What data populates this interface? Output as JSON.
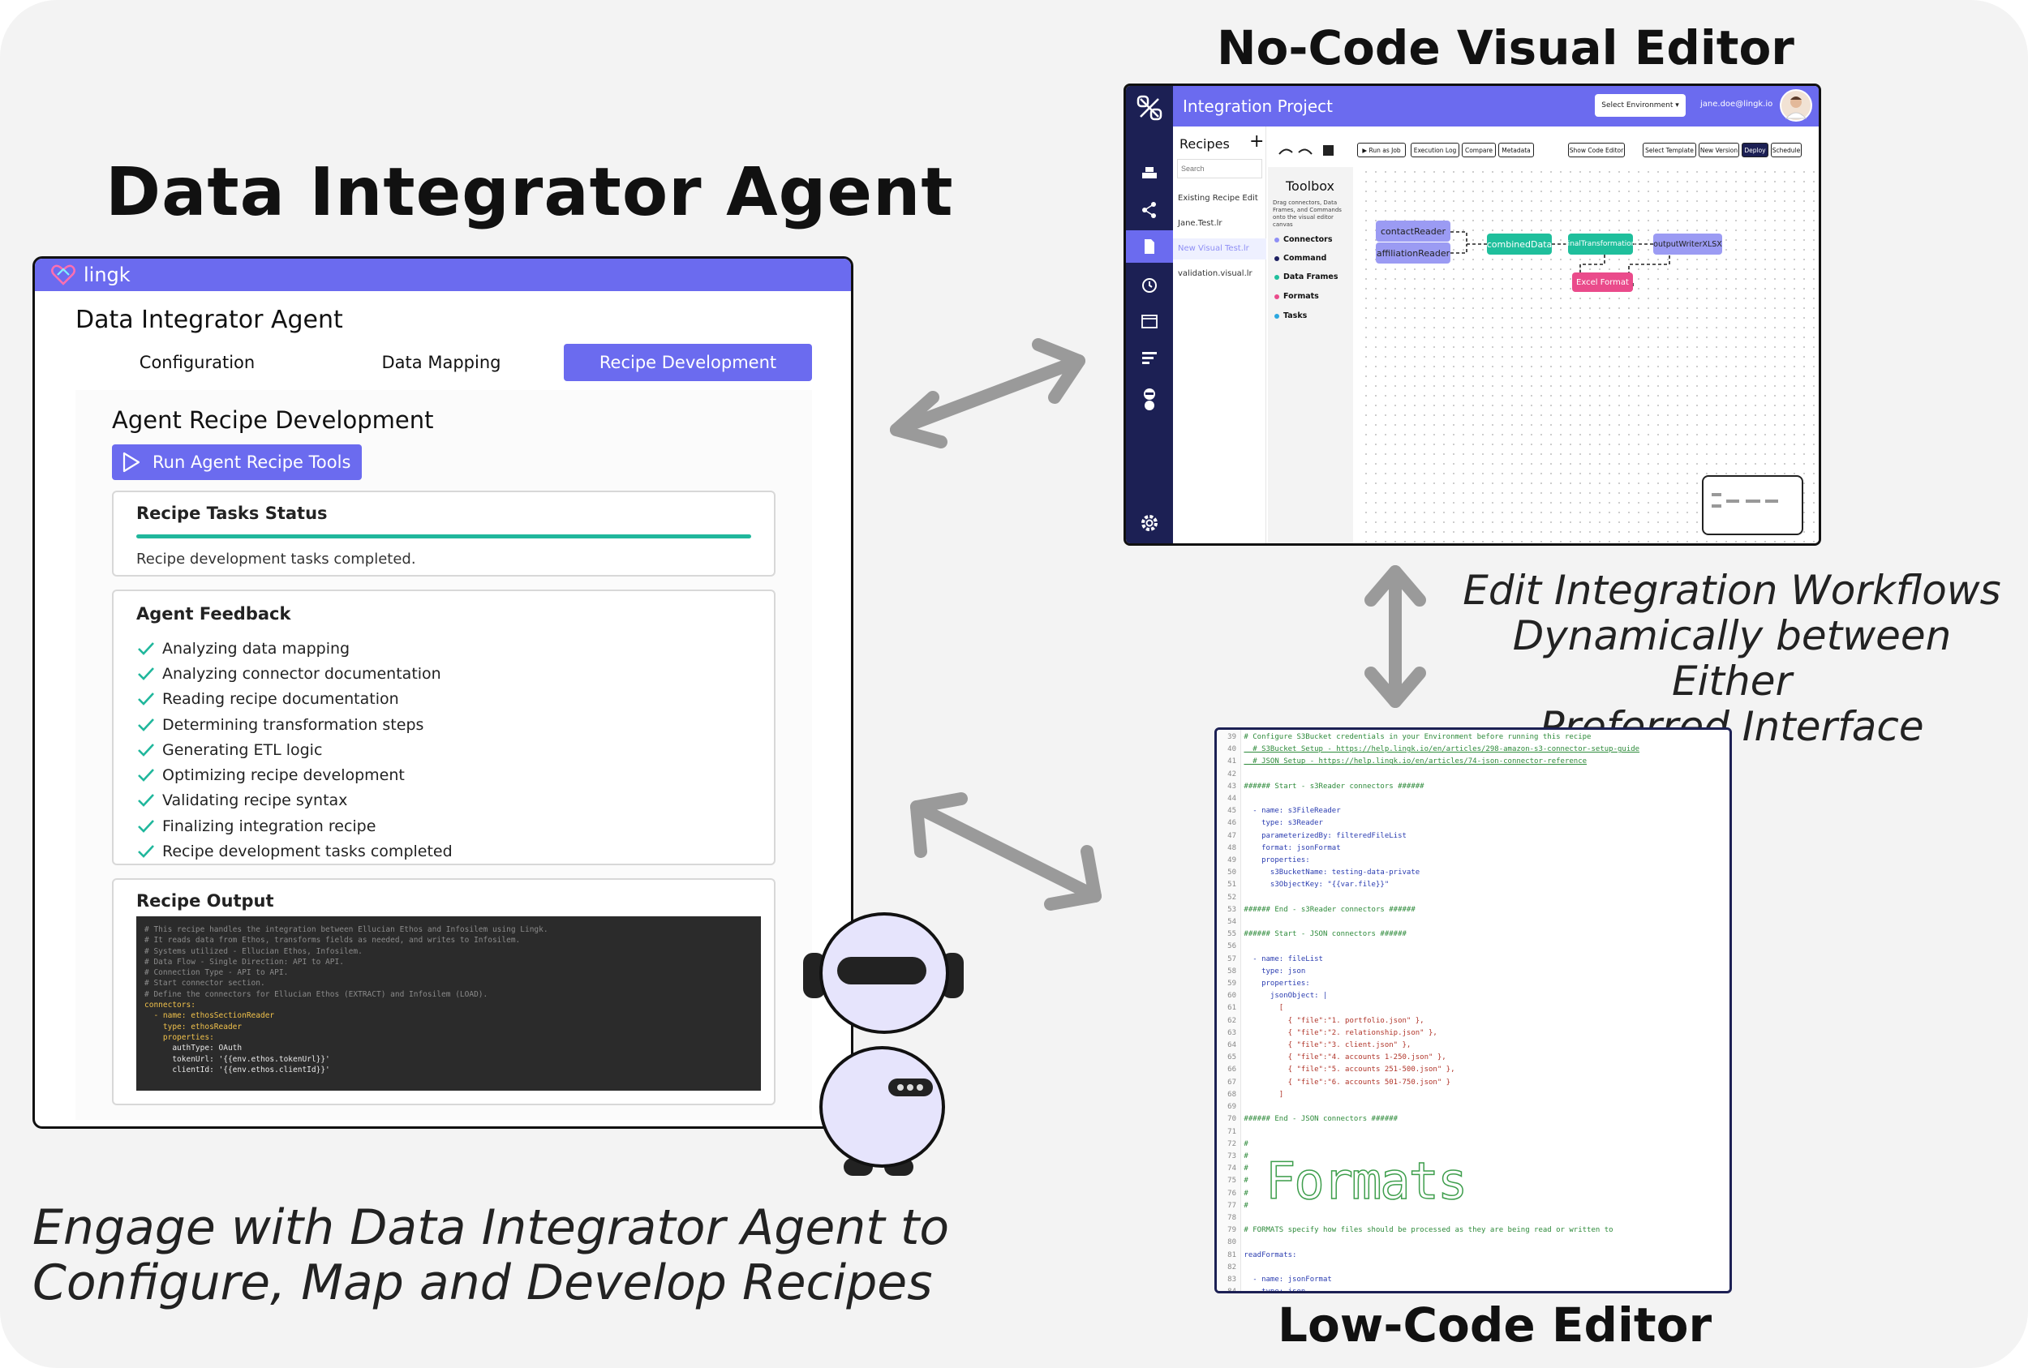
{
  "headings": {
    "data_integrator": "Data Integrator Agent",
    "no_code": "No-Code Visual Editor",
    "low_code": "Low-Code Editor",
    "caption_right_1": "Edit Integration Workflows",
    "caption_right_2": "Dynamically between Either",
    "caption_right_3": "Preferred Interface",
    "caption_left_1": "Engage with Data Integrator Agent to",
    "caption_left_2": "Configure, Map and Develop Recipes"
  },
  "agent": {
    "brand": "lingk",
    "title": "Data Integrator Agent",
    "tabs": [
      "Configuration",
      "Data Mapping",
      "Recipe Development"
    ],
    "active_tab": "Recipe Development",
    "panel_title": "Agent Recipe Development",
    "run_button": "Run Agent Recipe Tools",
    "status": {
      "title": "Recipe Tasks Status",
      "progress": 1.0,
      "message": "Recipe development tasks completed."
    },
    "feedback": {
      "title": "Agent Feedback",
      "items": [
        "Analyzing data mapping",
        "Analyzing connector documentation",
        "Reading recipe documentation",
        "Determining transformation steps",
        "Generating ETL logic",
        "Optimizing recipe development",
        "Validating recipe syntax",
        "Finalizing integration recipe",
        "Recipe development tasks completed"
      ]
    },
    "output": {
      "title": "Recipe Output",
      "lines": [
        "# This recipe handles the integration between Ellucian Ethos and Infosilem using Lingk.",
        "# It reads data from Ethos, transforms fields as needed, and writes to Infosilem.",
        "# Systems utilized - Ellucian Ethos, Infosilem.",
        "# Data Flow - Single Direction: API to API.",
        "# Connection Type - API to API.",
        "# Start connector section.",
        "",
        "# Define the connectors for Ellucian Ethos (EXTRACT) and Infosilem (LOAD).",
        "connectors:",
        "  - name: ethosSectionReader",
        "    type: ethosReader",
        "    properties:",
        "      authType: OAuth",
        "      tokenUrl: '{{env.ethos.tokenUrl}}'",
        "      clientId: '{{env.ethos.clientId}}'"
      ]
    }
  },
  "nocode": {
    "project_title": "Integration Project",
    "env_select": "Select Environment",
    "user_email": "jane.doe@lingk.io",
    "recipes_label": "Recipes",
    "search_placeholder": "Search",
    "recipe_list": [
      "Existing Recipe Edit",
      "Jane.Test.lr",
      "New Visual Test.lr",
      "validation.visual.lr"
    ],
    "toolbox": {
      "title": "Toolbox",
      "description": "Drag connectors, Data Frames, and Commands onto the visual editor canvas",
      "items": [
        {
          "label": "Connectors",
          "color": "#8f8ff5"
        },
        {
          "label": "Command",
          "color": "#1d2060"
        },
        {
          "label": "Data Frames",
          "color": "#1fbf9c"
        },
        {
          "label": "Formats",
          "color": "#ea4b8b"
        },
        {
          "label": "Tasks",
          "color": "#2aa7e0"
        }
      ]
    },
    "toolbar": [
      "Run as Job",
      "Execution Log",
      "Compare",
      "Metadata",
      "Show Code Editor",
      "Select Template",
      "New Version",
      "Deploy",
      "Schedule"
    ],
    "nodes": {
      "contact_reader": "contactReader",
      "affiliation_reader": "affiliationReader",
      "combined_data": "combinedData",
      "final_transformation": "finalTransformation",
      "output_writer": "outputWriterXLSX",
      "excel_format": "Excel Format"
    },
    "colors": {
      "accent": "#6b6bef",
      "sidebar": "#1c2054",
      "connector": "#8f8ff5",
      "frame": "#1fbf9c",
      "format": "#ea4b8b"
    }
  },
  "lowcode": {
    "line_numbers": [
      "39",
      "40",
      "41",
      "42",
      "43",
      "44",
      "45",
      "46",
      "47",
      "48",
      "49",
      "50",
      "51",
      "52",
      "53",
      "54",
      "55",
      "56",
      "57",
      "58",
      "59",
      "60",
      "61",
      "62",
      "63",
      "64",
      "65",
      "66",
      "67",
      "68",
      "69",
      "70",
      "71",
      "72",
      "73",
      "74",
      "75",
      "76",
      "77",
      "78",
      "79",
      "80",
      "81",
      "82",
      "83",
      "84"
    ],
    "lines": [
      "# Configure S3Bucket credentials in your Environment before running this recipe",
      "  # S3Bucket Setup - https://help.lingk.io/en/articles/298-amazon-s3-connector-setup-guide",
      "  # JSON Setup - https://help.lingk.io/en/articles/74-json-connector-reference",
      "",
      "###### Start - s3Reader connectors ######",
      "",
      "  - name: s3FileReader",
      "    type: s3Reader",
      "    parameterizedBy: filteredFileList",
      "    format: jsonFormat",
      "    properties:",
      "      s3BucketName: testing-data-private",
      "      s3ObjectKey: \"{{var.file}}\"",
      "",
      "###### End - s3Reader connectors ######",
      "",
      "###### Start - JSON connectors ######",
      "",
      "  - name: fileList",
      "    type: json",
      "    properties:",
      "      jsonObject: |",
      "        [",
      "          { \"file\":\"1. portfolio.json\" },",
      "          { \"file\":\"2. relationship.json\" },",
      "          { \"file\":\"3. client.json\" },",
      "          { \"file\":\"4. accounts 1-250.json\" },",
      "          { \"file\":\"5. accounts 251-500.json\" },",
      "          { \"file\":\"6. accounts 501-750.json\" }",
      "        ]",
      "",
      "###### End - JSON connectors ######",
      "",
      "#",
      "#",
      "#",
      "#",
      "#",
      "#",
      "",
      "# FORMATS specify how files should be processed as they are being read or written to",
      "",
      "readFormats:",
      "",
      "  - name: jsonFormat",
      "    type: json"
    ],
    "ascii_banner": "Formats"
  }
}
